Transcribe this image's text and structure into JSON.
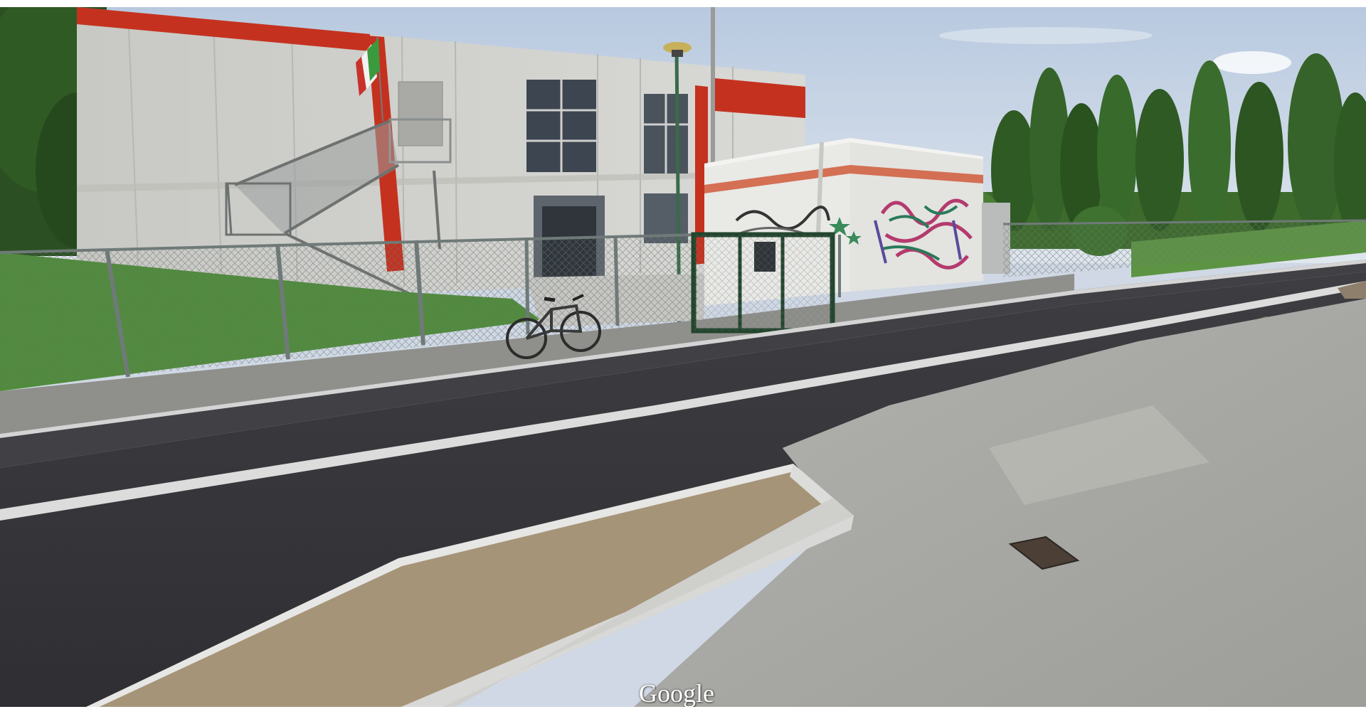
{
  "image": {
    "kind": "street-level photo",
    "watermark_text": "Google"
  },
  "colors": {
    "sky": "#c9d6e6",
    "building_wall": "#cfcfcc",
    "red_stripe": "#c4321f",
    "asphalt": "#3a3a3d",
    "curb": "#dcdcdc",
    "grass": "#4d8a3a",
    "trees": "#2f5a24",
    "fence": "#6f7a78",
    "gate": "#23452e",
    "concrete": "#a8a8a4",
    "planter_soil": "#9a8a72"
  },
  "scene_objects": [
    "school-building",
    "red-stripe",
    "external-staircase",
    "italian-flag",
    "street-lamp",
    "white-annex",
    "graffiti-wall",
    "green-gate",
    "perimeter-fence",
    "bicycle",
    "grass-lawn",
    "poplar-trees",
    "asphalt-road",
    "bike-path",
    "traffic-island",
    "concrete-sidewalk",
    "storm-drain"
  ]
}
